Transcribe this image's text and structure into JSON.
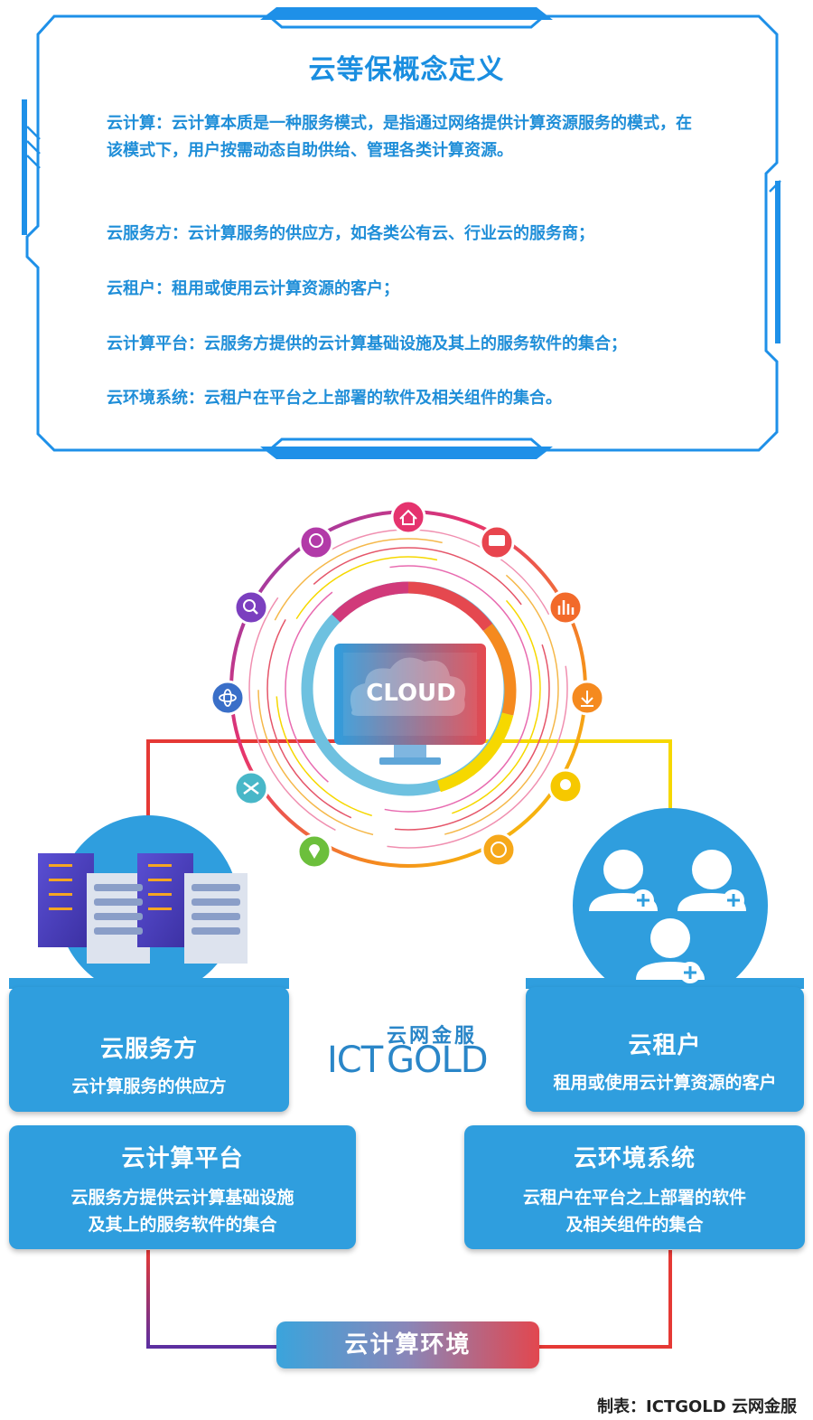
{
  "title": "云等保概念定义",
  "definitions": [
    {
      "text": "云计算：云计算本质是一种服务模式，是指通过网络提供计算资源服务的模式，在该模式下，用户按需动态自助供给、管理各类计算资源。"
    },
    {
      "text": "云服务方：云计算服务的供应方，如各类公有云、行业云的服务商；"
    },
    {
      "text": "云租户：租用或使用云计算资源的客户；"
    },
    {
      "text": "云计算平台：云服务方提供的云计算基础设施及其上的服务软件的集合；"
    },
    {
      "text": "云环境系统：云租户在平台之上部署的软件及相关组件的集合。"
    }
  ],
  "diagram": {
    "center_label": "CLOUD",
    "boxes": {
      "provider": {
        "title": "云服务方",
        "desc": "云计算服务的供应方"
      },
      "tenant": {
        "title": "云租户",
        "desc": "租用或使用云计算资源的客户"
      },
      "platform": {
        "title": "云计算平台",
        "desc_line1": "云服务方提供云计算基础设施",
        "desc_line2": "及其上的服务软件的集合"
      },
      "system": {
        "title": "云环境系统",
        "desc_line1": "云租户在平台之上部署的软件",
        "desc_line2": "及相关组件的集合"
      }
    },
    "environment_label": "云计算环境",
    "ring_icons": [
      "home-icon",
      "chat-icon",
      "bar-chart-icon",
      "download-icon",
      "bulb-icon",
      "globe-icon",
      "location-pin-icon",
      "network-icon",
      "atom-icon",
      "search-icon",
      "feedback-icon"
    ],
    "colors": {
      "accent_blue": "#2f9ede",
      "frame_blue": "#1e90e8",
      "red": "#e53935",
      "yellow": "#f6d800",
      "purple": "#5c3a9e"
    }
  },
  "logo": {
    "cn": "云网金服",
    "ict": "ICT",
    "gold": "GOLD"
  },
  "credit": "制表：ICTGOLD 云网金服"
}
